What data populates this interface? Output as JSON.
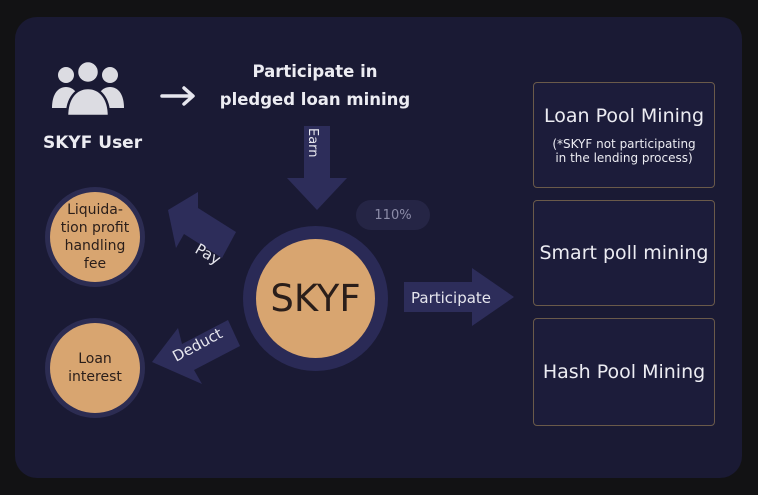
{
  "user": {
    "label": "SKYF  User",
    "icon": "users-icon"
  },
  "title": {
    "line1": "Participate in",
    "line2": "pledged loan mining"
  },
  "arrows": {
    "earn": "Earn",
    "pay": "Pay",
    "deduct": "Deduct",
    "participate": "Participate"
  },
  "badge": "110%",
  "center": "SKYF",
  "left_circles": [
    {
      "lines": [
        "Liquida-",
        "tion profit",
        "handling",
        "fee"
      ]
    },
    {
      "lines": [
        "Loan",
        "interest"
      ]
    }
  ],
  "boxes": [
    {
      "title": "Loan Pool Mining",
      "note_line1": "(*SKYF not participating",
      "note_line2": "in the lending process)"
    },
    {
      "title": "Smart poll mining"
    },
    {
      "title": "Hash Pool Mining"
    }
  ],
  "colors": {
    "background": "#1a1a34",
    "accent": "#d8a570",
    "arrow": "#2d2d5a",
    "text": "#ececf2"
  }
}
